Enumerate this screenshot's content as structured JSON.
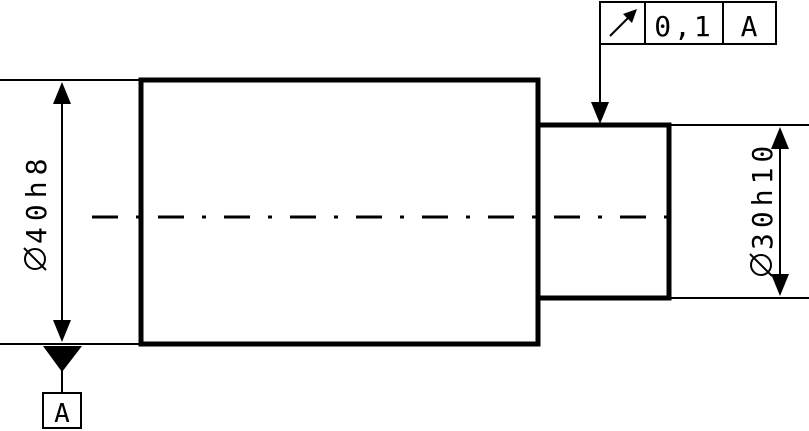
{
  "drawing": {
    "tolerance_frame": {
      "symbol_icon": "circular-runout-arrow-icon",
      "value": "0,1",
      "datum": "A"
    },
    "left_dimension": {
      "symbol_icon": "diameter-icon",
      "value": "40h8"
    },
    "right_dimension": {
      "symbol_icon": "diameter-icon",
      "value": "30h10"
    },
    "datum_feature": {
      "label": "A"
    }
  }
}
